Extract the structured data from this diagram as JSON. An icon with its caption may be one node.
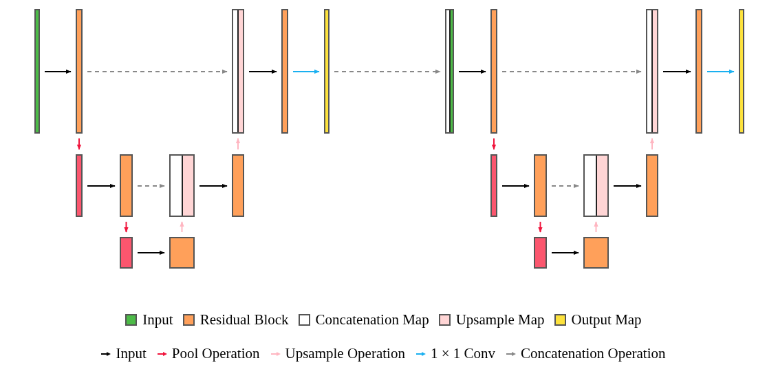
{
  "diagram": {
    "nodes": [
      {
        "text": [],
        "shape": "bar"
      },
      {
        "text": [],
        "shape": "bar"
      },
      {
        "text": [],
        "shape": "bar"
      },
      {
        "text": [],
        "shape": "bar"
      },
      {
        "text": [],
        "shape": "bar"
      },
      {
        "text": [],
        "shape": "bar"
      },
      {
        "text": [],
        "shape": "bar"
      },
      {
        "text": [],
        "shape": "bar"
      },
      {
        "text": [],
        "shape": "bar"
      },
      {
        "text": [],
        "shape": "bar"
      },
      {
        "text": [],
        "shape": "bar"
      },
      {
        "text": [],
        "shape": "bar"
      },
      {
        "text": [],
        "shape": "bar"
      },
      {
        "text": [],
        "shape": "bar"
      },
      {
        "text": [],
        "shape": "bar"
      },
      {
        "text": [],
        "shape": "bar"
      },
      {
        "text": [],
        "shape": "bar"
      },
      {
        "text": [],
        "shape": "bar"
      },
      {
        "text": [],
        "shape": "bar"
      },
      {
        "text": [],
        "shape": "bar"
      },
      {
        "text": [],
        "shape": "bar"
      },
      {
        "text": [],
        "shape": "bar"
      }
    ],
    "edges": [
      {
        "from": 0,
        "to": 1,
        "arrow": "to"
      },
      {
        "from": 1,
        "to": 2,
        "arrow": "to",
        "style": "dashed",
        "color": "#888888"
      },
      {
        "from": 2,
        "to": 3,
        "arrow": "to"
      },
      {
        "from": 3,
        "to": 4,
        "arrow": "to",
        "color": "#1ab0f0"
      },
      {
        "from": 1,
        "to": 5,
        "arrow": "to",
        "color": "#f0143c"
      },
      {
        "from": 5,
        "to": 6,
        "arrow": "to"
      },
      {
        "from": 6,
        "to": 7,
        "arrow": "to",
        "style": "dashed",
        "color": "#888888"
      },
      {
        "from": 7,
        "to": 8,
        "arrow": "to"
      },
      {
        "from": 8,
        "to": 2,
        "arrow": "to",
        "color": "#ffb6c1"
      },
      {
        "from": 6,
        "to": 9,
        "arrow": "to",
        "color": "#f0143c"
      },
      {
        "from": 9,
        "to": 10,
        "arrow": "to"
      },
      {
        "from": 10,
        "to": 7,
        "arrow": "to",
        "color": "#ffb6c1"
      },
      {
        "from": 4,
        "to": 11,
        "arrow": "to",
        "style": "dashed",
        "color": "#888888"
      },
      {
        "from": 11,
        "to": 12,
        "arrow": "to"
      },
      {
        "from": 12,
        "to": 13,
        "arrow": "to",
        "style": "dashed",
        "color": "#888888"
      },
      {
        "from": 13,
        "to": 14,
        "arrow": "to"
      },
      {
        "from": 14,
        "to": 15,
        "arrow": "to",
        "color": "#1ab0f0"
      },
      {
        "from": 12,
        "to": 16,
        "arrow": "to",
        "color": "#f0143c"
      },
      {
        "from": 16,
        "to": 17,
        "arrow": "to"
      },
      {
        "from": 17,
        "to": 18,
        "arrow": "to",
        "style": "dashed",
        "color": "#888888"
      },
      {
        "from": 18,
        "to": 19,
        "arrow": "to"
      },
      {
        "from": 19,
        "to": 13,
        "arrow": "to",
        "color": "#ffb6c1"
      },
      {
        "from": 17,
        "to": 20,
        "arrow": "to",
        "color": "#f0143c"
      },
      {
        "from": 20,
        "to": 21,
        "arrow": "to"
      },
      {
        "from": 21,
        "to": 18,
        "arrow": "to",
        "color": "#ffb6c1"
      }
    ],
    "legend": [
      {
        "text": "Input",
        "color": "#4cbb47"
      },
      {
        "text": "Residual Block",
        "color": "#ffa05a"
      },
      {
        "text": "Concatenation Map",
        "color": "#ffffff"
      },
      {
        "text": "Upsample Map",
        "color": "#ffd5d5"
      },
      {
        "text": "Output Map",
        "color": "#fde23c"
      },
      {
        "text": "Input"
      },
      {
        "text": "Pool Operation"
      },
      {
        "text": "Upsample Operation"
      },
      {
        "text": "1 × 1 Conv"
      },
      {
        "text": "Concatenation Operation"
      }
    ]
  }
}
